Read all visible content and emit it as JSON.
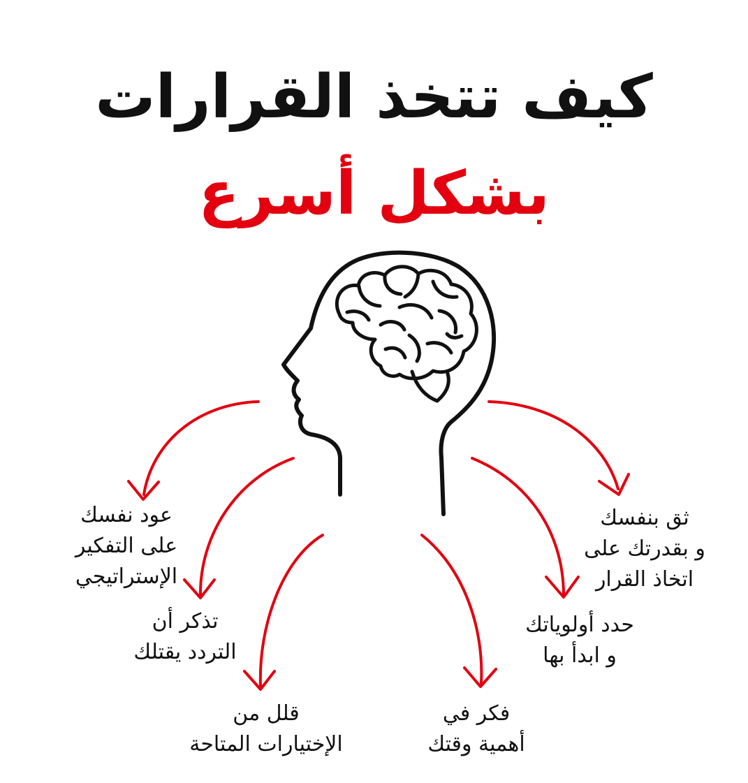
{
  "title": {
    "line1": "كيف تتخذ القرارات",
    "line2": "بشكل أسرع"
  },
  "colors": {
    "accent": "#e3000f",
    "text": "#111111",
    "background": "#ffffff"
  },
  "icon": "head-with-brain-icon",
  "tips": {
    "confidence": {
      "line1": "ثق بنفسك",
      "line2": "و بقدرتك على",
      "line3": "اتخاذ القرار"
    },
    "priorities": {
      "line1": "حدد أولوياتك",
      "line2": "و ابدأ بها"
    },
    "time": {
      "line1": "فكر في",
      "line2": "أهمية وقتك"
    },
    "options": {
      "line1": "قلل من",
      "line2": "الإختيارات المتاحة"
    },
    "hesitation": {
      "line1": "تذكر أن",
      "line2": "التردد يقتلك"
    },
    "strategy": {
      "line1": "عود نفسك",
      "line2": "على التفكير",
      "line3": "الإستراتيجي"
    }
  }
}
